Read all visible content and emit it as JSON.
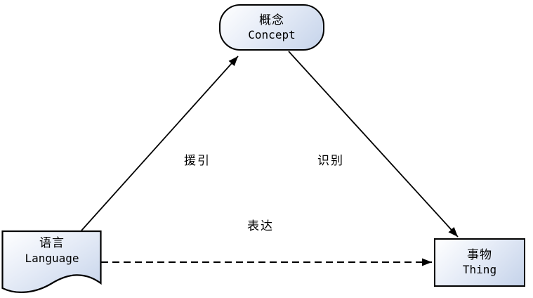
{
  "nodes": {
    "concept": {
      "zh": "概念",
      "en": "Concept"
    },
    "language": {
      "zh": "语言",
      "en": "Language"
    },
    "thing": {
      "zh": "事物",
      "en": "Thing"
    }
  },
  "edges": {
    "refer": {
      "label": "援引",
      "from": "language",
      "to": "concept",
      "style": "solid"
    },
    "identify": {
      "label": "识别",
      "from": "concept",
      "to": "thing",
      "style": "solid"
    },
    "express": {
      "label": "表达",
      "from": "language",
      "to": "thing",
      "style": "dashed"
    }
  },
  "colors": {
    "background": "#ffffff",
    "node_fill_light": "#ffffff",
    "node_fill_dark": "#c5d3ea",
    "stroke": "#000000"
  }
}
